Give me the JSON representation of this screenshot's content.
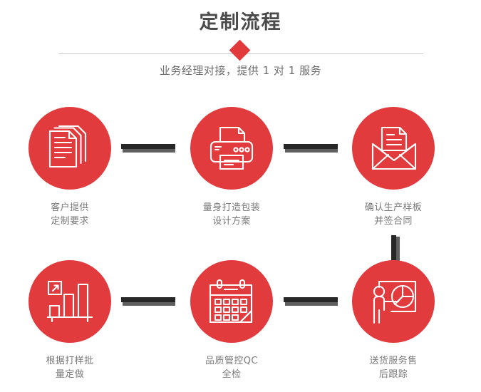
{
  "header": {
    "title": "定制流程",
    "subtitle": "业务经理对接，提供 1 对 1 服务",
    "diamond_color": "#e2393c",
    "divider_color": "#c9c9c9",
    "title_color": "#4a4a4a",
    "subtitle_color": "#6d6d6d"
  },
  "theme": {
    "circle_color": "#e23b3e",
    "icon_color": "#ffffff",
    "connector_dark": "#272727",
    "connector_light": "#5f5f5f",
    "label_color": "#7a7a7a",
    "background": "#ffffff"
  },
  "steps": [
    {
      "index": 1,
      "icon": "documents-icon",
      "label": "客户提供\n定制要求"
    },
    {
      "index": 2,
      "icon": "printer-icon",
      "label": "量身打造包装\n设计方案"
    },
    {
      "index": 3,
      "icon": "envelope-document-icon",
      "label": "确认生产样板\n并签合同"
    },
    {
      "index": 4,
      "icon": "bar-chart-growth-icon",
      "label": "根据打样批\n量定做"
    },
    {
      "index": 5,
      "icon": "calendar-icon",
      "label": "品质管控QC\n全检"
    },
    {
      "index": 6,
      "icon": "presentation-pie-chart-icon",
      "label": "送货服务售\n后跟踪"
    }
  ],
  "connectors": [
    {
      "name": "connector-step1-step2",
      "orientation": "horizontal"
    },
    {
      "name": "connector-step2-step3",
      "orientation": "horizontal"
    },
    {
      "name": "connector-step4-step5",
      "orientation": "horizontal"
    },
    {
      "name": "connector-step5-step6",
      "orientation": "horizontal"
    },
    {
      "name": "connector-step3-step6",
      "orientation": "vertical"
    }
  ]
}
